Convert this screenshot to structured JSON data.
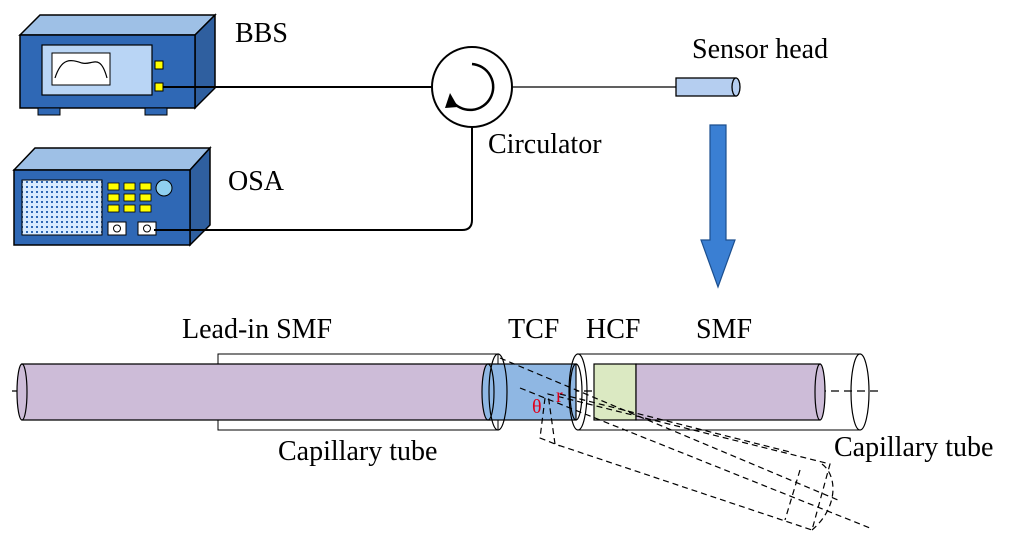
{
  "labels": {
    "bbs": "BBS",
    "osa": "OSA",
    "circulator": "Circulator",
    "sensor_head": "Sensor head",
    "lead_in_smf": "Lead-in SMF",
    "tcf": "TCF",
    "hcf": "HCF",
    "smf": "SMF",
    "capillary_left": "Capillary tube",
    "capillary_right": "Capillary tube",
    "theta": "θ",
    "r": "r"
  },
  "colors": {
    "device_face": "#2f68b5",
    "device_top": "#9ec0e6",
    "device_side": "#2f5f9f",
    "screen_bg": "#d9ebff",
    "button_yellow": "#ffff00",
    "smf_fill": "#cdbcd8",
    "tcf_fill": "#8fb7e3",
    "hcf_fill": "#dbe9c2",
    "sensor_fill": "#b5cef0",
    "arrow_fill": "#3a7fd3",
    "angle_text": "#e0001b"
  },
  "icons": {
    "circulator": "circular-arrow-icon",
    "direction_arrow": "down-arrow-icon"
  }
}
